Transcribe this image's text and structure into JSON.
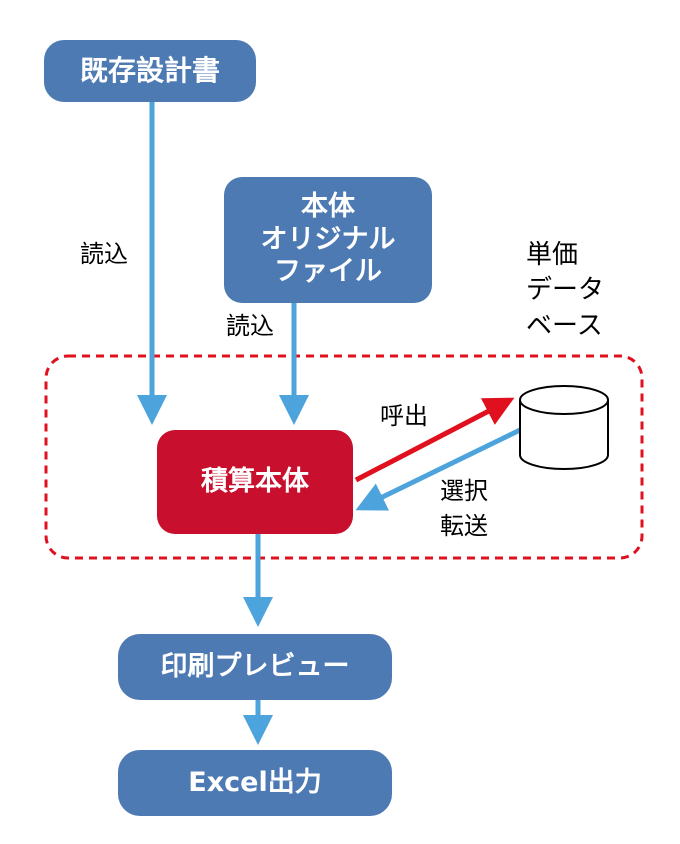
{
  "colors": {
    "box_blue": "#4e7ab3",
    "box_red": "#c8102e",
    "arrow_blue": "#4da3db",
    "arrow_red": "#e0101f",
    "boundary": "#e0101f"
  },
  "nodes": {
    "existing_design": "既存設計書",
    "main_original_line1": "本体",
    "main_original_line2": "オリジナル",
    "main_original_line3": "ファイル",
    "estimate_main": "積算本体",
    "print_preview": "印刷プレビュー",
    "excel_output": "Excel出力",
    "unit_price_db_line1": "単価",
    "unit_price_db_line2": "データ",
    "unit_price_db_line3": "ベース"
  },
  "edges": {
    "read_left": "読込",
    "read_center": "読込",
    "call": "呼出",
    "select_line1": "選択",
    "select_line2": "転送"
  }
}
